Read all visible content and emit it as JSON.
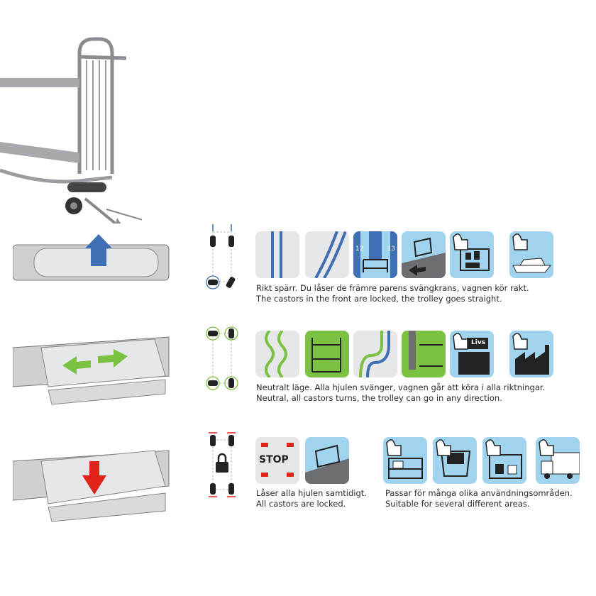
{
  "modes": [
    {
      "caption_sv": "Rikt spärr. Du låser de främre parens svängkrans, vagnen kör rakt.",
      "caption_en": "The castors in the front are locked, the trolley goes straight.",
      "tile_labels": {
        "left": "12",
        "right": "13"
      }
    },
    {
      "caption_sv": "Neutralt läge. Alla hjulen svänger, vagnen går att köra i alla riktningar.",
      "caption_en": "Neutral, all castors turns, the trolley can go in any direction.",
      "tile_labels": {
        "shop": "Livs"
      }
    },
    {
      "caption_sv": "Låser alla hjulen samtidigt.",
      "caption_en": "All castors are locked.",
      "tile_labels": {
        "stop": "STOP"
      }
    }
  ],
  "usage": {
    "caption_sv": "Passar för många olika användningsområden.",
    "caption_en": "Suitable for several different areas."
  },
  "colors": {
    "blue": "#3f6fb5",
    "green": "#7cc242",
    "red": "#e2231a",
    "tile_bg": "#9fd3ee",
    "grey": "#a7a9ac"
  }
}
